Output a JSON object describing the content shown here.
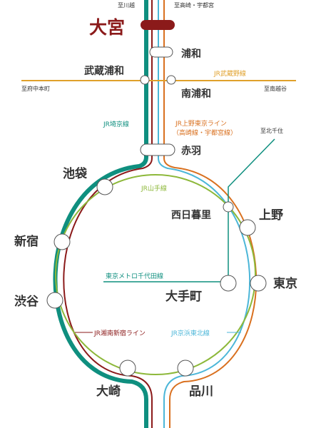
{
  "colors": {
    "teal": "#0f8f7f",
    "red": "#8b1a1a",
    "lightblue": "#4bb6d8",
    "orange": "#d9701f",
    "green": "#8db83a",
    "gold": "#e0a02a",
    "highlight": "#8b1a1a"
  },
  "stations": {
    "omiya": "大宮",
    "urawa": "浦和",
    "musashi_urawa": "武蔵浦和",
    "minami_urawa": "南浦和",
    "akabane": "赤羽",
    "ikebukuro": "池袋",
    "nishi_nippori": "西日暮里",
    "ueno": "上野",
    "shinjuku": "新宿",
    "shibuya": "渋谷",
    "tokyo": "東京",
    "otemachi": "大手町",
    "osaki": "大崎",
    "shinagawa": "品川"
  },
  "directions": {
    "to_kawagoe": "至川越",
    "to_takasaki_utsunomiya": "至高崎・宇都宮",
    "to_fuchu_hommachi": "至府中本町",
    "to_minami_koshigaya": "至南越谷",
    "to_kita_senju": "至北千住"
  },
  "lines": {
    "musashino": "JR武蔵野線",
    "saikyo": "JR埼京線",
    "ueno_tokyo_line_1": "JR上野東京ライン",
    "ueno_tokyo_line_2": "（高崎線・宇都宮線）",
    "yamanote": "JR山手線",
    "chiyoda": "東京メトロ千代田線",
    "shonan_shinjuku": "JR湘南新宿ライン",
    "keihin_tohoku": "JR京浜東北線"
  }
}
